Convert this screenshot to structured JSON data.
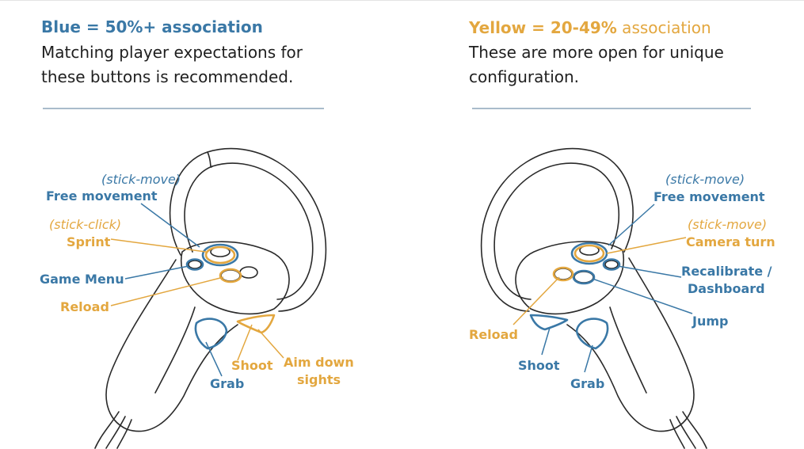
{
  "colors": {
    "blue": "#3a78a6",
    "yellow": "#e3a73f",
    "ink": "#2a2a2a"
  },
  "left": {
    "heading": "Blue = 50%+ association",
    "sub1": "Matching player expectations for",
    "sub2": "these buttons is recommended.",
    "labels": {
      "stick_move": "(stick-move)",
      "free_movement": "Free movement",
      "stick_click": "(stick-click)",
      "sprint": "Sprint",
      "game_menu": "Game Menu",
      "reload": "Reload",
      "shoot": "Shoot",
      "aim1": "Aim down",
      "aim2": "sights",
      "grab": "Grab"
    }
  },
  "right": {
    "heading_colored": "Yellow = 20-49%",
    "heading_rest": " association",
    "sub1": "These are more open for unique",
    "sub2": "configuration.",
    "labels": {
      "stick_move1": "(stick-move)",
      "free_movement": "Free movement",
      "stick_move2": "(stick-move)",
      "camera_turn": "Camera turn",
      "recal1": "Recalibrate /",
      "recal2": "Dashboard",
      "jump": "Jump",
      "reload": "Reload",
      "shoot": "Shoot",
      "grab": "Grab"
    }
  }
}
